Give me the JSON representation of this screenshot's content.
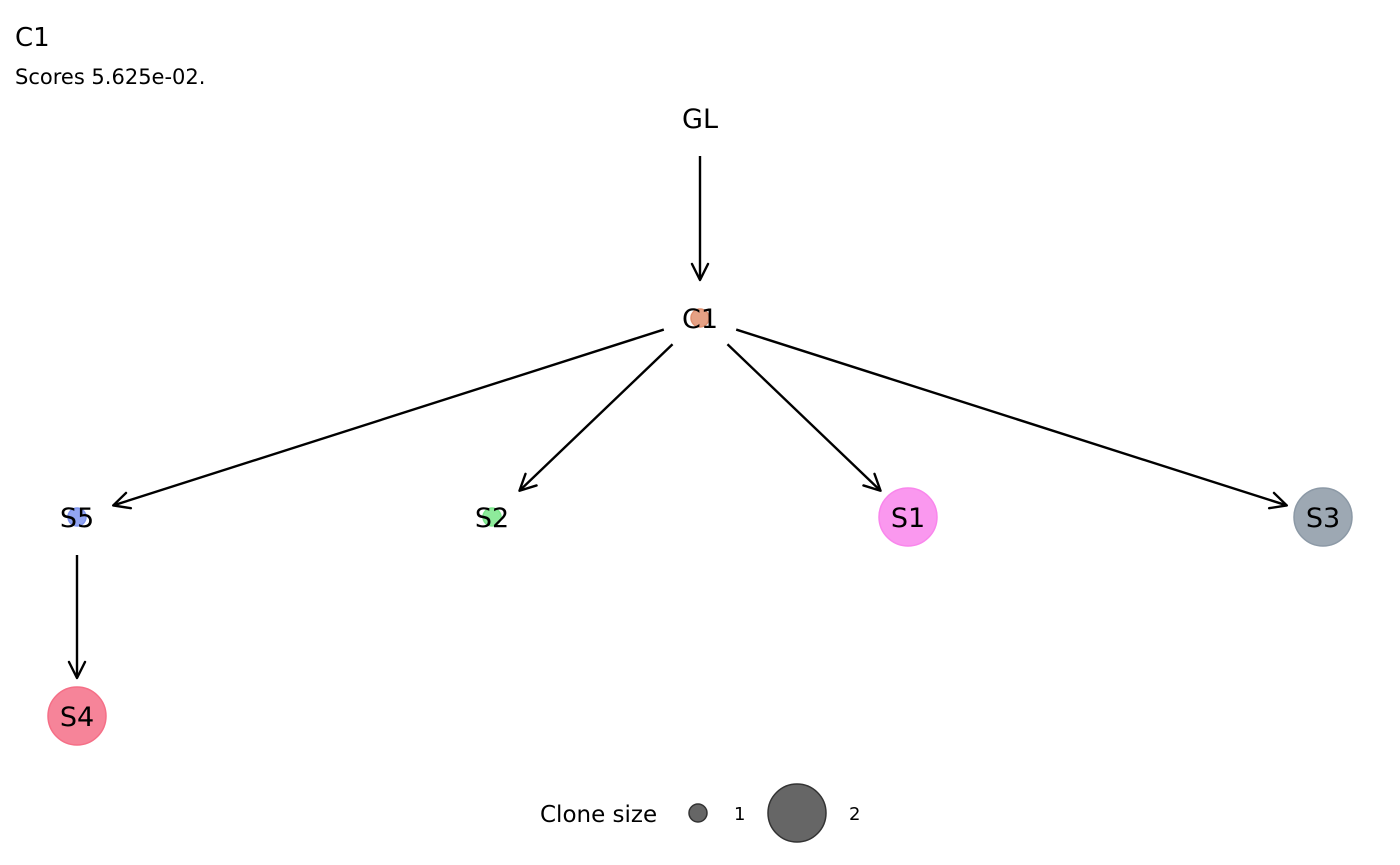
{
  "title": "C1",
  "subtitle": "Scores 5.625e-02.",
  "tree": {
    "nodes": [
      {
        "id": "GL",
        "label": "GL",
        "clone_size": 0,
        "color": null
      },
      {
        "id": "C1",
        "label": "C1",
        "clone_size": 1,
        "color": "#e09070"
      },
      {
        "id": "S5",
        "label": "S5",
        "clone_size": 1,
        "color": "#7f95f0"
      },
      {
        "id": "S2",
        "label": "S2",
        "clone_size": 1,
        "color": "#7ae88a"
      },
      {
        "id": "S1",
        "label": "S1",
        "clone_size": 2,
        "color": "#f986ec"
      },
      {
        "id": "S3",
        "label": "S3",
        "clone_size": 2,
        "color": "#8c99a6"
      },
      {
        "id": "S4",
        "label": "S4",
        "clone_size": 2,
        "color": "#f56f87"
      }
    ],
    "edges": [
      {
        "from": "GL",
        "to": "C1"
      },
      {
        "from": "C1",
        "to": "S5"
      },
      {
        "from": "C1",
        "to": "S2"
      },
      {
        "from": "C1",
        "to": "S1"
      },
      {
        "from": "C1",
        "to": "S3"
      },
      {
        "from": "S5",
        "to": "S4"
      }
    ]
  },
  "legend": {
    "title": "Clone size",
    "entries": [
      {
        "size": 1,
        "label": "1"
      },
      {
        "size": 2,
        "label": "2"
      }
    ],
    "color": "#555555"
  }
}
